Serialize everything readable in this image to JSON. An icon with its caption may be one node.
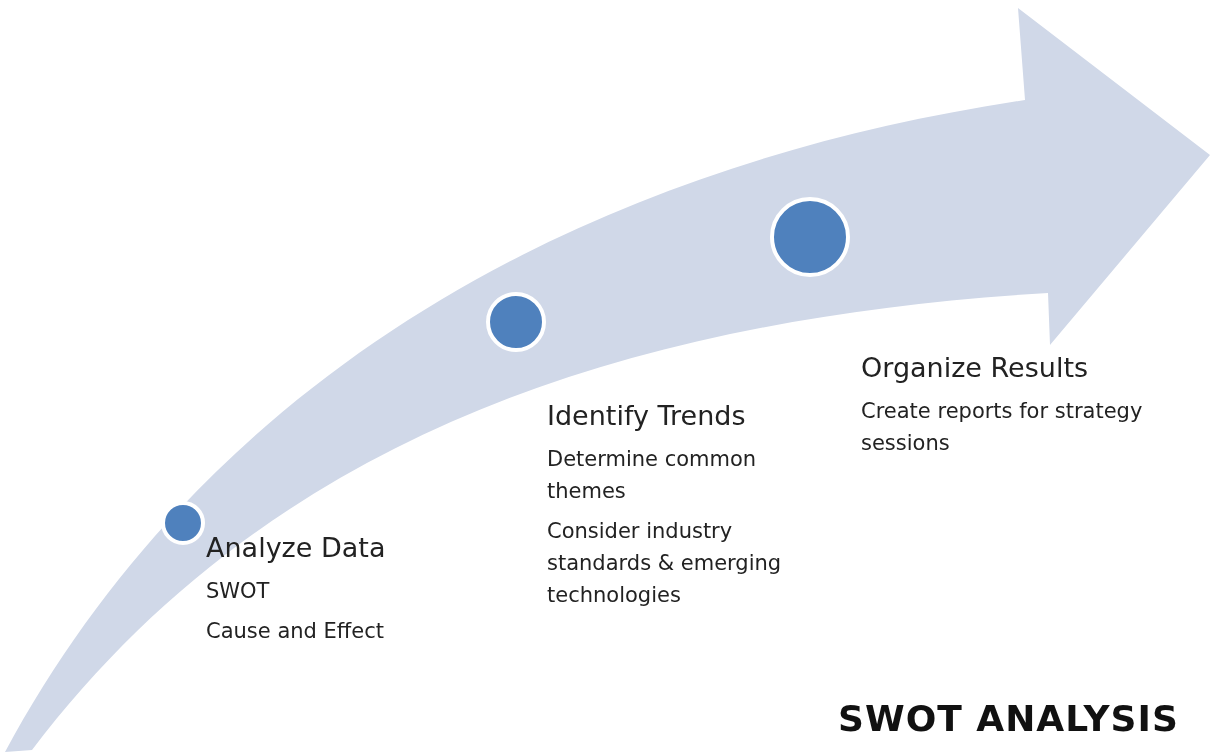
{
  "diagram": {
    "caption": "SWOT ANALYSIS",
    "nodes": [
      {
        "text": [],
        "shape": "circle",
        "beside": [
          "Analyze Data",
          "SWOT",
          "Cause and Effect"
        ]
      },
      {
        "text": [],
        "shape": "circle",
        "beside": [
          "Identify Trends",
          "Determine common themes",
          "Consider industry standards & emerging technologies"
        ]
      },
      {
        "text": [],
        "shape": "circle",
        "beside": [
          "Organize Results",
          "Create reports for strategy sessions"
        ]
      }
    ]
  }
}
